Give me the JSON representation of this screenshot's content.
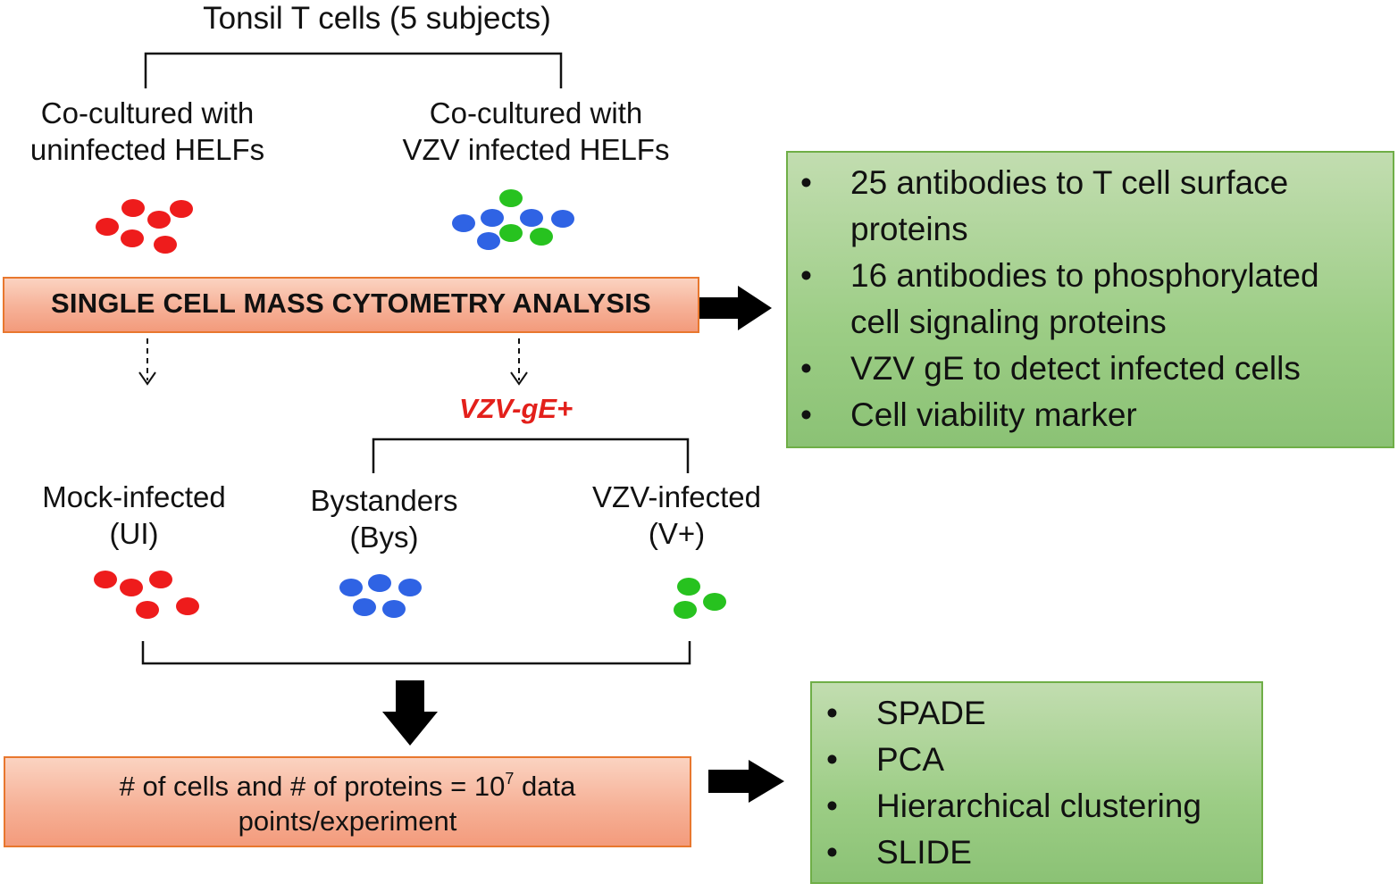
{
  "header": {
    "title": "Tonsil T cells (5 subjects)"
  },
  "conditions": {
    "uninfected": [
      "Co-cultured with",
      "uninfected HELFs"
    ],
    "infected": [
      "Co-cultured with",
      "VZV infected HELFs"
    ]
  },
  "analysis": {
    "label": "SINGLE CELL MASS CYTOMETRY ANALYSIS"
  },
  "antibody_panel": {
    "items": [
      [
        "25 antibodies to T cell surface",
        "proteins"
      ],
      [
        "16 antibodies to phosphorylated",
        "cell signaling proteins"
      ],
      [
        "VZV gE to detect infected cells"
      ],
      [
        "Cell viability marker"
      ]
    ],
    "bullet": "•"
  },
  "gating": {
    "marker": "VZV-gE+"
  },
  "groups": {
    "mock": [
      "Mock-infected",
      "(UI)"
    ],
    "bystanders": [
      "Bystanders",
      "(Bys)"
    ],
    "vzv": [
      "VZV-infected",
      "(V+)"
    ]
  },
  "result": {
    "line1_prefix": "# of cells and # of proteins = 10",
    "exponent": "7",
    "line1_suffix": " data",
    "line2": "points/experiment"
  },
  "methods": {
    "items": [
      "SPADE",
      "PCA",
      "Hierarchical clustering",
      "SLIDE"
    ]
  },
  "colors": {
    "red_cell": "#ee1c1c",
    "blue_cell": "#2f63e4",
    "green_cell": "#27c21f",
    "gE_text": "#e3201b"
  }
}
